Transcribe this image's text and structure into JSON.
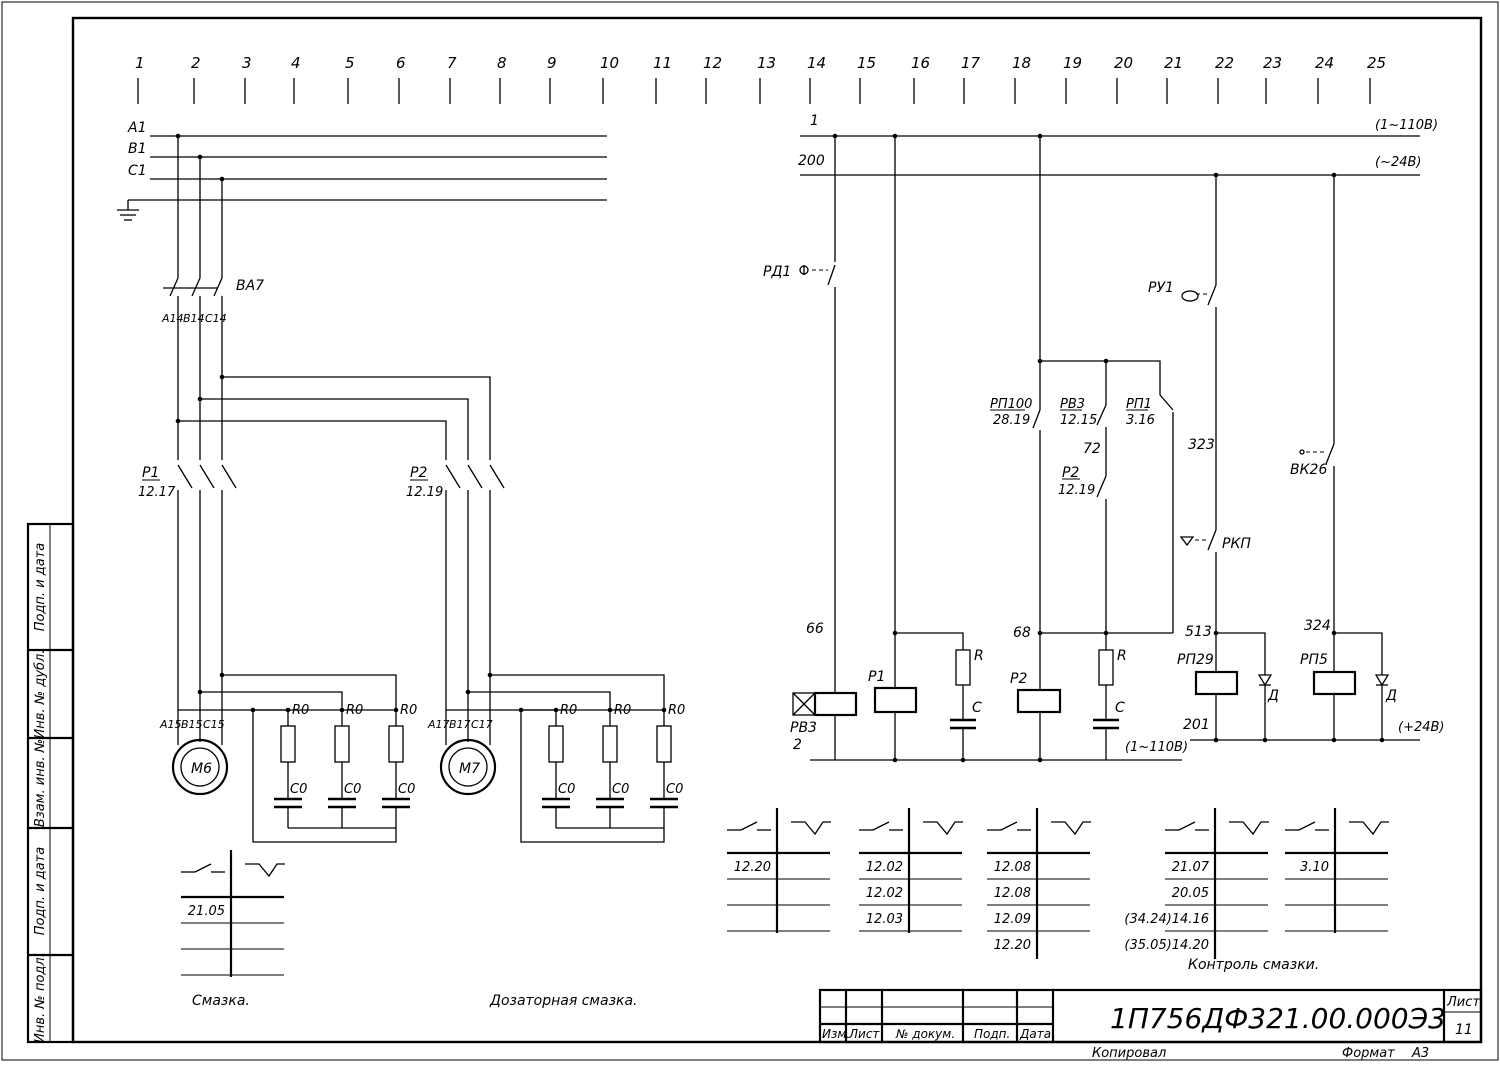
{
  "column_numbers": [
    "1",
    "2",
    "3",
    "4",
    "5",
    "6",
    "7",
    "8",
    "9",
    "10",
    "11",
    "12",
    "13",
    "14",
    "15",
    "16",
    "17",
    "18",
    "19",
    "20",
    "21",
    "22",
    "23",
    "24",
    "25"
  ],
  "power_section": {
    "phases": [
      "A1",
      "B1",
      "C1"
    ],
    "breaker": "ВА7",
    "breaker_outputs": [
      "A14",
      "B14",
      "C14"
    ],
    "contactor_1": {
      "name": "Р1",
      "ref": "12.17"
    },
    "contactor_2": {
      "name": "Р2",
      "ref": "12.19"
    },
    "motor_1": {
      "name": "М6",
      "terminals": [
        "A15",
        "B15",
        "C15"
      ]
    },
    "motor_2": {
      "name": "М7",
      "terminals": [
        "A17",
        "B17",
        "C17"
      ]
    },
    "resistor_label": "R0",
    "capacitor_label": "C0"
  },
  "control_section": {
    "bus_top": {
      "number": "1",
      "note": "(1~110В)"
    },
    "bus_second": {
      "number": "200",
      "note": "(~24В)"
    },
    "rd1": "РД1",
    "ru1": "РУ1",
    "rp100": {
      "name": "РП100",
      "ref": "28.19"
    },
    "rv3_contact": {
      "name": "РВ3",
      "ref": "12.15"
    },
    "rp1_contact": {
      "name": "РП1",
      "ref": "3.16"
    },
    "p2_contact": {
      "name": "Р2",
      "ref": "12.19"
    },
    "wire_72": "72",
    "wire_323": "323",
    "vk26": "ВК26",
    "rkp": "РКП",
    "wire_66": "66",
    "wire_68": "68",
    "wire_513": "513",
    "wire_324": "324",
    "wire_201": "201",
    "coil_rv3": {
      "name": "РВ3",
      "sub": "2"
    },
    "coil_p1": "Р1",
    "coil_p2": "Р2",
    "coil_rp29": "РП29",
    "coil_rp5": "РП5",
    "r_label": "R",
    "c_label": "C",
    "diode_label": "Д",
    "bottom_note_left": "(1~110В)",
    "bottom_note_right": "(+24В)"
  },
  "contact_tables": [
    {
      "rows": [
        "12.20",
        "",
        ""
      ]
    },
    {
      "rows": [
        "12.02",
        "12.02",
        "12.03"
      ]
    },
    {
      "rows": [
        "12.08",
        "12.08",
        "12.09",
        "12.20"
      ]
    },
    {
      "rows": [
        "21.07",
        "20.05",
        "(34.24)14.16",
        "(35.05)14.20"
      ]
    },
    {
      "rows": [
        "3.10",
        "",
        ""
      ]
    },
    {
      "rows": [
        "21.05",
        "",
        ""
      ]
    }
  ],
  "captions": {
    "lubrication": "Смазка.",
    "dosing_lubrication": "Дозаторная смазка.",
    "lubrication_control": "Контроль смазки."
  },
  "side_stamp": [
    "Подп. и дата",
    "Инв. № дубл.",
    "Взам. инв. №",
    "Подп. и дата",
    "Инв. № подл."
  ],
  "title_block": {
    "headers": [
      "Изм.",
      "Лист",
      "№ докум.",
      "Подп.",
      "Дата"
    ],
    "designation": "1П756ДФ321.00.000Э3",
    "sheet_label": "Лист",
    "sheet_number": "11",
    "copied": "Копировал",
    "format_label": "Формат",
    "format_value": "А3"
  }
}
